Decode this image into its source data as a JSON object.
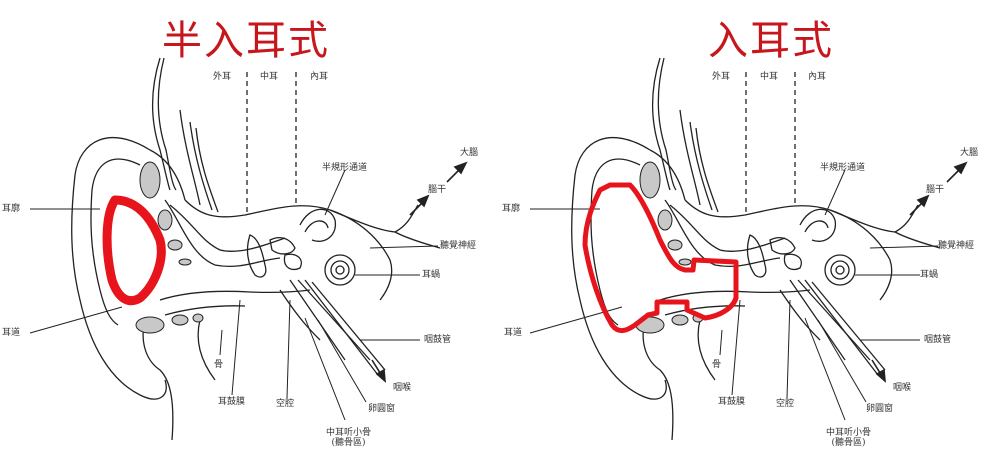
{
  "panels": [
    {
      "title": "半入耳式",
      "highlight": {
        "shape": "ellipse",
        "color": "#e8141c"
      },
      "labels": {
        "outer_ear": "外耳",
        "middle_ear": "中耳",
        "inner_ear": "內耳",
        "pinna": "耳廓",
        "ear_canal": "耳道",
        "semicircular_canals": "半規形通道",
        "cerebrum": "大腦",
        "brainstem": "腦干",
        "auditory_nerve": "聽覺神經",
        "cochlea": "耳蝸",
        "eustachian_tube": "咽鼓管",
        "throat": "咽喉",
        "bone": "骨",
        "eardrum": "耳鼓膜",
        "cavity": "空腔",
        "oval_window": "卵圓窗",
        "ossicles_line1": "中耳听小骨",
        "ossicles_line2": "(聽骨區)"
      }
    },
    {
      "title": "入耳式",
      "highlight": {
        "shape": "polygon",
        "color": "#e8141c"
      },
      "labels": {
        "outer_ear": "外耳",
        "middle_ear": "中耳",
        "inner_ear": "內耳",
        "pinna": "耳廓",
        "ear_canal": "耳道",
        "semicircular_canals": "半規形通道",
        "cerebrum": "大腦",
        "brainstem": "腦干",
        "auditory_nerve": "聽覺神經",
        "cochlea": "耳蝸",
        "eustachian_tube": "咽鼓管",
        "throat": "咽喉",
        "bone": "骨",
        "eardrum": "耳鼓膜",
        "cavity": "空腔",
        "oval_window": "卵圓窗",
        "ossicles_line1": "中耳听小骨",
        "ossicles_line2": "(聽骨區)"
      }
    }
  ]
}
